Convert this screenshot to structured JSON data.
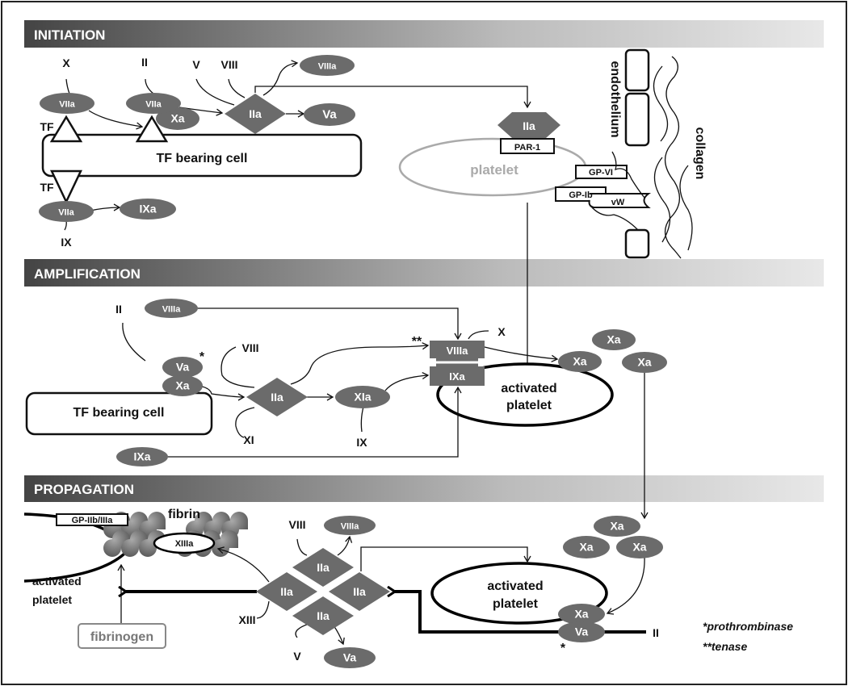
{
  "colors": {
    "node_fill": "#6b6b6b",
    "header_dark": "#4a4a4a",
    "header_light": "#e6e6e6",
    "platelet_gray": "#aaaaaa"
  },
  "sections": {
    "initiation": "INITIATION",
    "amplification": "AMPLIFICATION",
    "propagation": "PROPAGATION"
  },
  "initiation": {
    "X": "X",
    "II": "II",
    "V": "V",
    "VIII": "VIII",
    "TF_top": "TF",
    "TF_bottom": "TF",
    "IX": "IX",
    "VIIa_1": "VIIa",
    "VIIa_2": "VIIa",
    "Xa": "Xa",
    "VIIa_3": "VIIa",
    "IXa": "IXa",
    "IIa": "IIa",
    "Va": "Va",
    "VIIIa": "VIIIa",
    "cell": "TF bearing cell",
    "IIa_receptor": "IIa",
    "PAR1": "PAR-1",
    "platelet": "platelet",
    "GPVI": "GP-VI",
    "GPIb": "GP-Ib",
    "vW": "vW",
    "endothelium": "endothelium",
    "collagen": "collagen"
  },
  "amplification": {
    "II": "II",
    "VIIIa_in": "VIIIa",
    "Va": "Va",
    "Xa": "Xa",
    "star": "*",
    "cell": "TF bearing cell",
    "VIII": "VIII",
    "IIa": "IIa",
    "XIa": "XIa",
    "XI": "XI",
    "IX": "IX",
    "tenase_star": "**",
    "X": "X",
    "VIIIa": "VIIIa",
    "IXa": "IXa",
    "platelet_1": "activated",
    "platelet_2": "platelet",
    "Xa_1": "Xa",
    "Xa_2": "Xa",
    "Xa_3": "Xa",
    "IXa_in": "IXa"
  },
  "propagation": {
    "GP": "GP-IIb/IIIa",
    "fibrin": "fibrin",
    "XIIIa": "XIIIa",
    "platelet_left_1": "activated",
    "platelet_left_2": "platelet",
    "fibrinogen": "fibrinogen",
    "VIII": "VIII",
    "VIIIa": "VIIIa",
    "XIII": "XIII",
    "V": "V",
    "Va": "Va",
    "IIa_top": "IIa",
    "IIa_left": "IIa",
    "IIa_right": "IIa",
    "IIa_bottom": "IIa",
    "platelet_1": "activated",
    "platelet_2": "platelet",
    "Xa_1": "Xa",
    "Xa_2": "Xa",
    "Xa_3": "Xa",
    "Xa_complex": "Xa",
    "Va_complex": "Va",
    "star": "*",
    "II": "II"
  },
  "legend": {
    "prothrombinase": "*prothrombinase",
    "tenase": "**tenase"
  }
}
